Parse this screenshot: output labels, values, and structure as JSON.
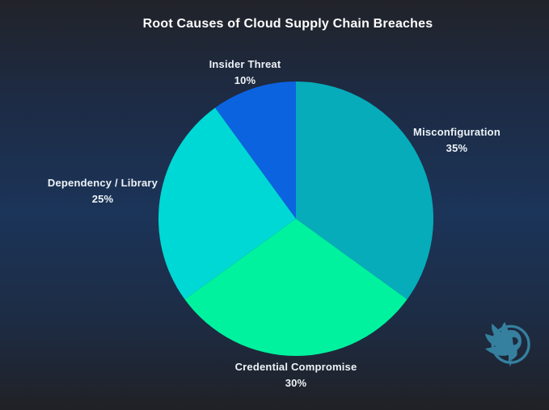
{
  "title": "Root Causes of Cloud Supply Chain Breaches",
  "colors": {
    "background_top": "#212329",
    "background_mid": "#1b3459",
    "background_bottom": "#202126",
    "title_text": "#ffffff",
    "label_text": "#eef3f7",
    "logo": "#35809f"
  },
  "branding": {
    "icon": "winged-helmet-icon"
  },
  "chart_data": {
    "type": "pie",
    "title": "Root Causes of Cloud Supply Chain Breaches",
    "start_angle_deg": 0,
    "direction": "clockwise",
    "legend_position": "labels-around-pie",
    "total": 100,
    "segments": [
      {
        "label": "Misconfiguration",
        "value": 35,
        "pct_text": "35%",
        "color": "#06acba"
      },
      {
        "label": "Credential Compromise",
        "value": 30,
        "pct_text": "30%",
        "color": "#00f29e"
      },
      {
        "label": "Dependency / Library",
        "value": 25,
        "pct_text": "25%",
        "color": "#00d8d5"
      },
      {
        "label": "Insider Threat",
        "value": 10,
        "pct_text": "10%",
        "color": "#0c63e0"
      }
    ]
  }
}
